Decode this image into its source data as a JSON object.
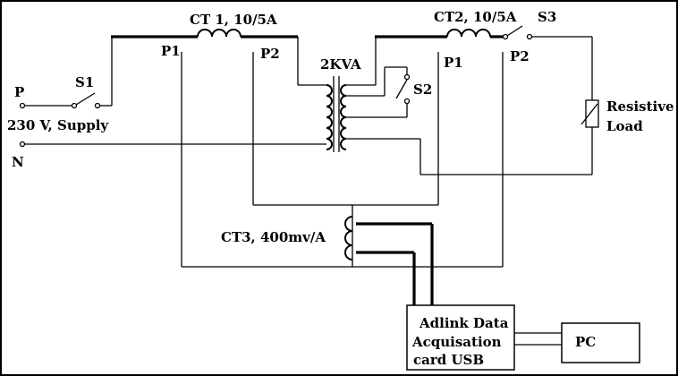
{
  "diagram": {
    "labels": {
      "ct1": "CT 1, 10/5A",
      "ct2": "CT2, 10/5A",
      "ct1_p1": "P1",
      "ct1_p2": "P2",
      "ct2_p1": "P1",
      "ct2_p2": "P2",
      "s1": "S1",
      "s2": "S2",
      "s3": "S3",
      "transformer": "2KVA",
      "phase": "P",
      "neutral": "N",
      "supply": "230 V, Supply",
      "load_line1": "Resistive",
      "load_line2": "Load",
      "ct3": "CT3, 400mv/A",
      "daq_line1": "Adlink Data",
      "daq_line2": "Acquisation",
      "daq_line3": "card USB",
      "pc": "PC"
    }
  }
}
